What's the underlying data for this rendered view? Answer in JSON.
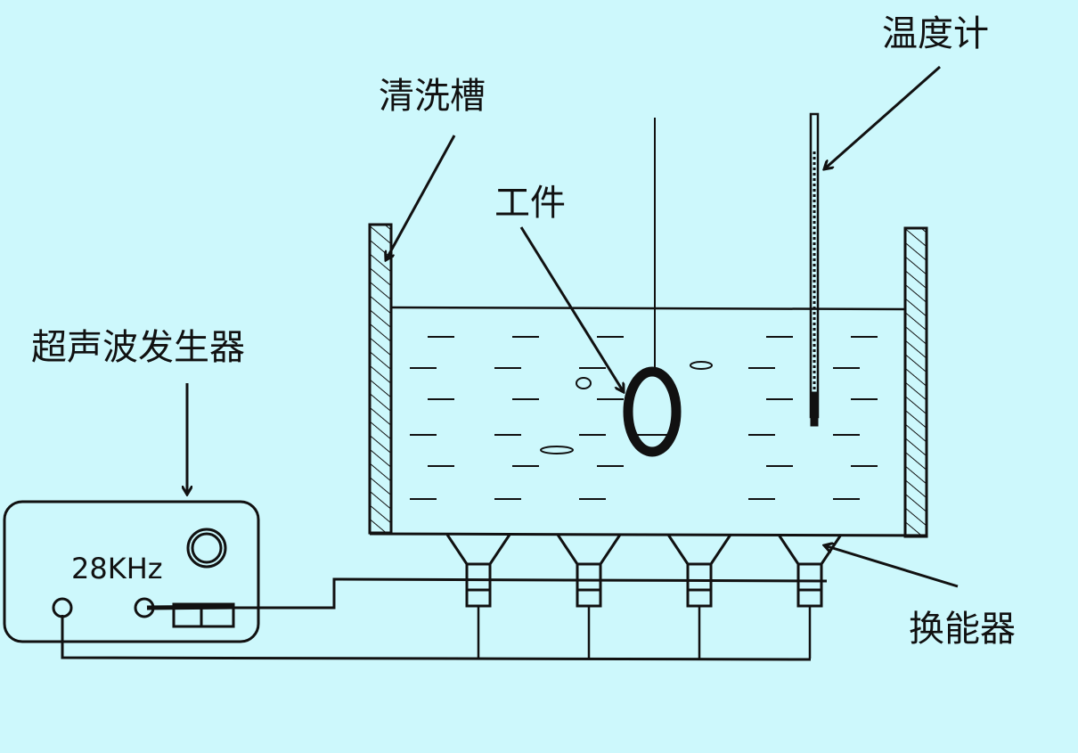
{
  "labels": {
    "tank": "清洗槽",
    "thermometer": "温度计",
    "workpiece": "工件",
    "generator": "超声波发生器",
    "transducer": "换能器",
    "frequency": "28KHz"
  },
  "colors": {
    "background": "#cdf8fc",
    "ink": "#111111"
  },
  "transducer_count": 4
}
